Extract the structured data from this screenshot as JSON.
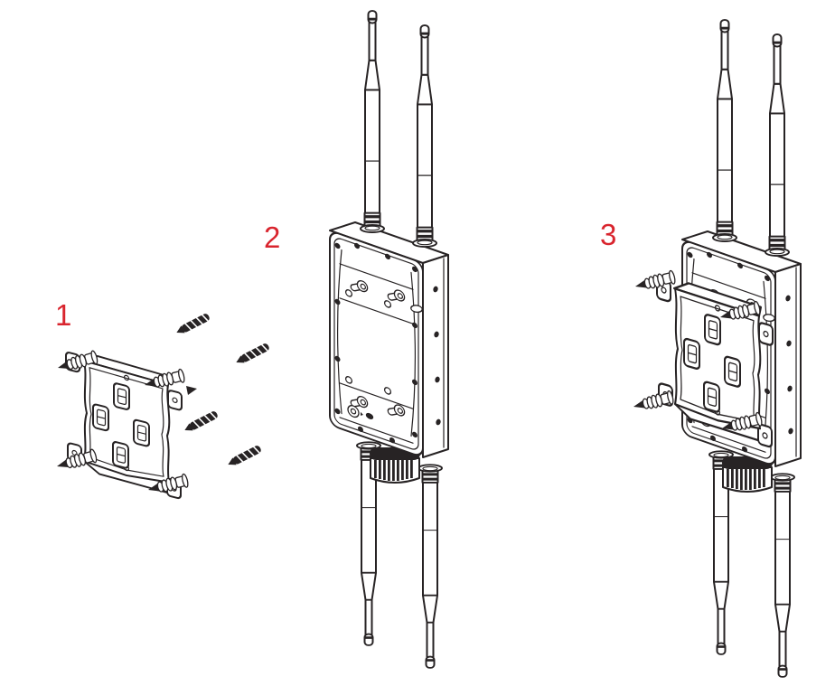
{
  "colors": {
    "accent": "#d9252e",
    "line": "#272324",
    "background": "#ffffff"
  },
  "steps": [
    {
      "number": "1",
      "figure": "wall-bracket-with-anchor-screws"
    },
    {
      "number": "2",
      "figure": "outdoor-access-point-rear-view"
    },
    {
      "number": "3",
      "figure": "access-point-with-bracket-mounted"
    }
  ]
}
